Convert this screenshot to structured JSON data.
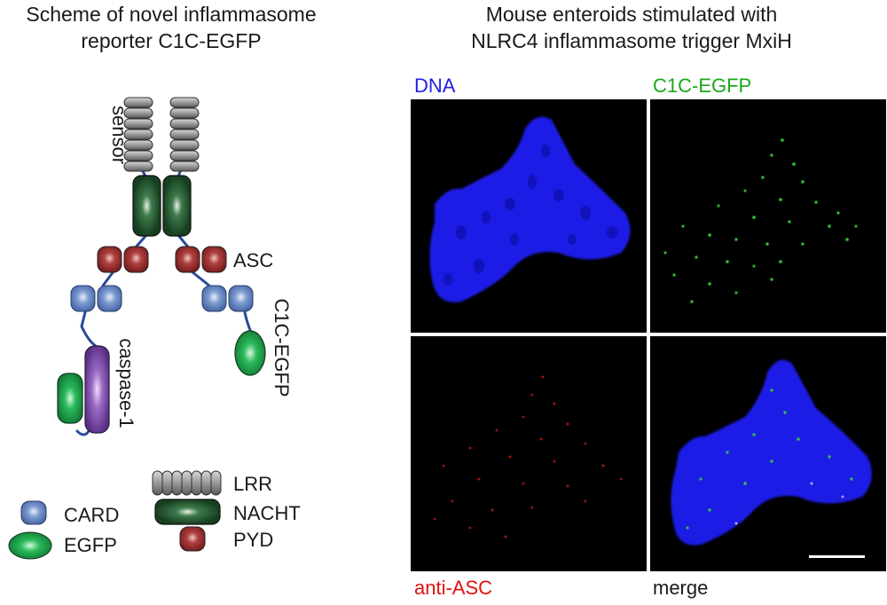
{
  "left_panel": {
    "title_line1": "Scheme of novel inflammasome",
    "title_line2": "reporter C1C-EGFP",
    "labels": {
      "sensor": "sensor",
      "asc": "ASC",
      "caspase1": "caspase-1",
      "c1c_egfp": "C1C-EGFP"
    },
    "legend": {
      "card": "CARD",
      "egfp": "EGFP",
      "lrr": "LRR",
      "nacht": "NACHT",
      "pyd": "PYD"
    }
  },
  "right_panel": {
    "title_line1": "Mouse enteroids stimulated with",
    "title_line2": "NLRC4 inflammasome trigger MxiH",
    "channels": {
      "dna": "DNA",
      "c1c_egfp": "C1C-EGFP",
      "anti_asc": "anti-ASC",
      "merge": "merge"
    }
  },
  "colors": {
    "dna": "#1f1fe6",
    "egfp": "#1aa81a",
    "asc": "#e01010",
    "text": "#1a1a1a",
    "lrr": "#8c8c8c",
    "nacht": "#1e5a2c",
    "pyd": "#a82a2a",
    "card": "#6a8cc8",
    "egfp_domain": "#1f9a4a",
    "caspase": "#7a4aa6",
    "linker": "#2a4a9a"
  }
}
